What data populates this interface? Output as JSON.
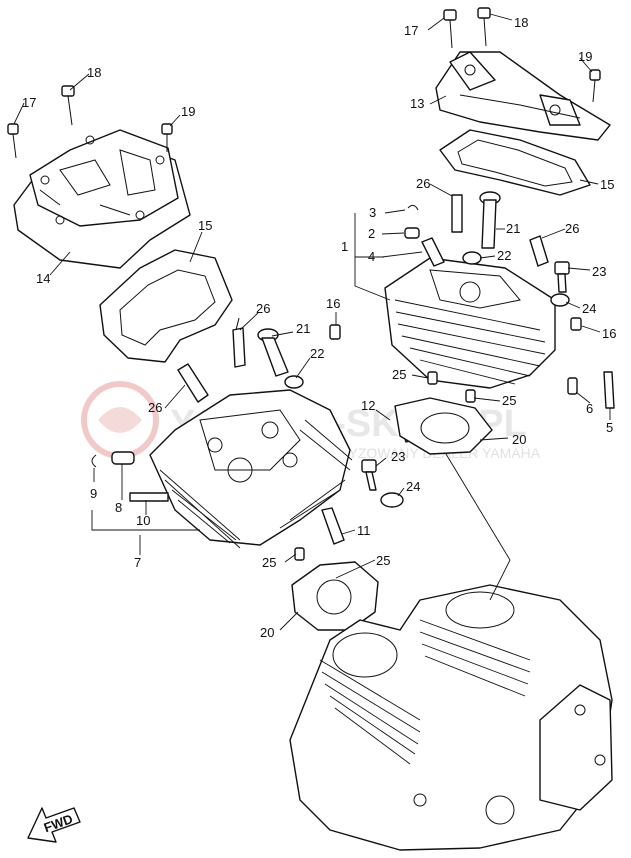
{
  "watermark": {
    "logo_text": "YAMAHA-SKLEP.PL",
    "tagline": "AUTORYZOWANY DEALER YAMAHA",
    "accent_color": "#e8a0a0"
  },
  "fwd_label": "FWD",
  "labels": {
    "p1": "1",
    "p2": "2",
    "p3": "3",
    "p4": "4",
    "p5": "5",
    "p6": "6",
    "p7": "7",
    "p8": "8",
    "p9": "9",
    "p10": "10",
    "p11": "11",
    "p12": "12",
    "p13": "13",
    "p14": "14",
    "p15a": "15",
    "p15b": "15",
    "p16a": "16",
    "p16b": "16",
    "p17a": "17",
    "p17b": "17",
    "p18a": "18",
    "p18b": "18",
    "p19a": "19",
    "p19b": "19",
    "p20a": "20",
    "p20b": "20",
    "p21a": "21",
    "p21b": "21",
    "p22a": "22",
    "p22b": "22",
    "p23a": "23",
    "p23b": "23",
    "p24a": "24",
    "p24b": "24",
    "p25a": "25",
    "p25b": "25",
    "p25c": "25",
    "p25d": "25",
    "p26a": "26",
    "p26b": "26",
    "p26c": "26",
    "p26d": "26"
  }
}
